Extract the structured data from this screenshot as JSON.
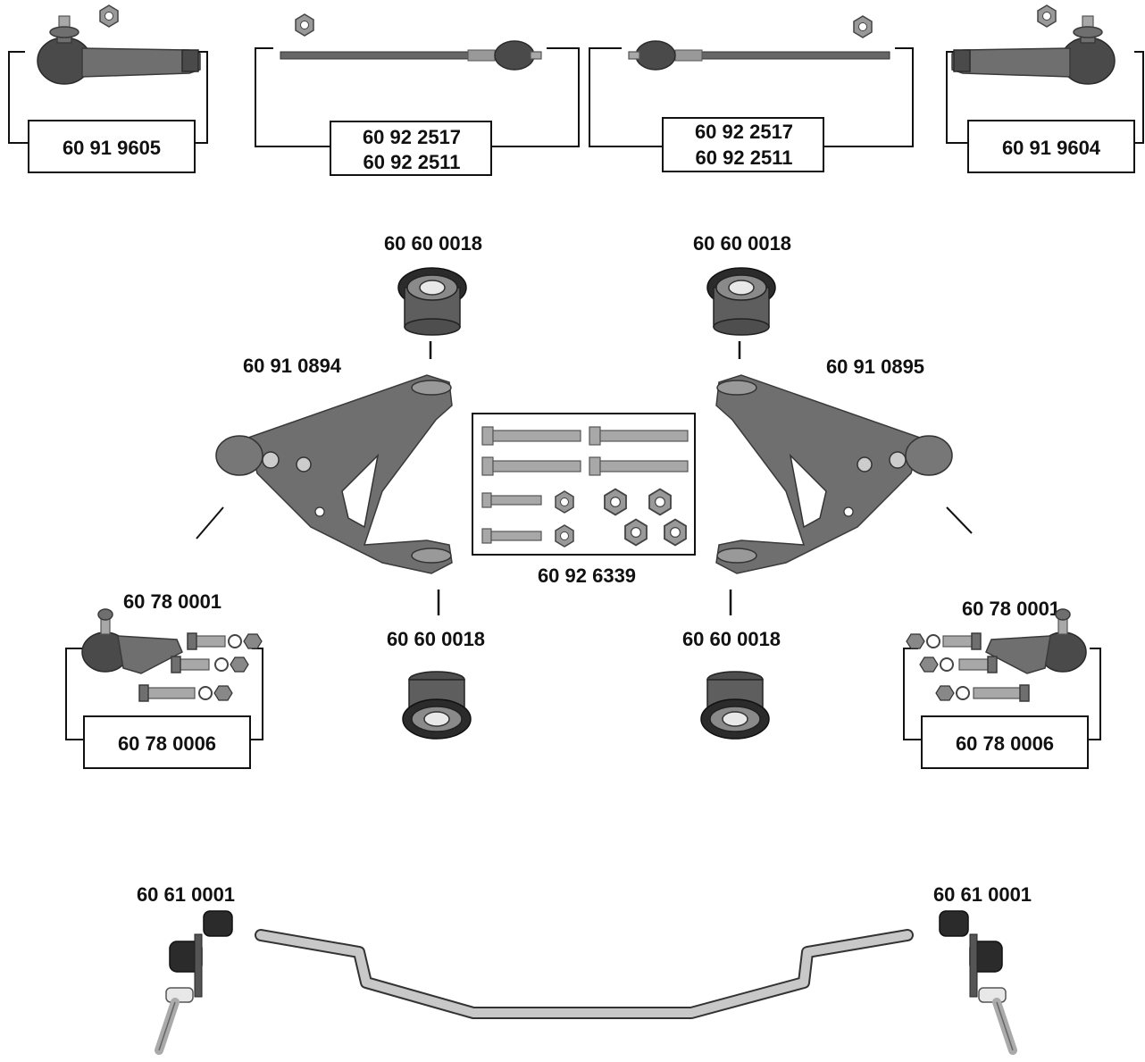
{
  "colors": {
    "ink": "#111111",
    "metal": "#6f6f6f",
    "rubber": "#2b2b2b",
    "bar": "#c8c8c8"
  },
  "parts": {
    "tie_rod_end_left": "60 91 9605",
    "tie_rod_end_right": "60 91 9604",
    "axial_rod_left": [
      "60 92 2517",
      "60 92 2511"
    ],
    "axial_rod_right": [
      "60 92 2517",
      "60 92 2511"
    ],
    "bushing_top_left": "60 60 0018",
    "bushing_top_right": "60 60 0018",
    "bushing_bottom_left": "60 60 0018",
    "bushing_bottom_right": "60 60 0018",
    "control_arm_left": "60 91 0894",
    "control_arm_right": "60 91 0895",
    "bolt_kit": "60 92 6339",
    "ball_joint_left": "60 78 0001",
    "ball_joint_right": "60 78 0001",
    "ball_joint_kit_left": "60 78 0006",
    "ball_joint_kit_right": "60 78 0006",
    "stabilizer_link_left": "60 61 0001",
    "stabilizer_link_right": "60 61 0001"
  }
}
